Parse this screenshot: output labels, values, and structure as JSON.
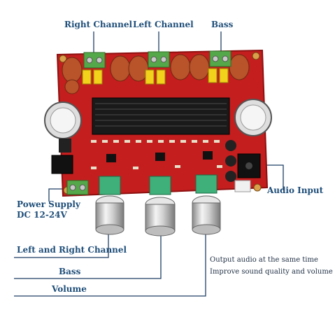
{
  "labels": {
    "right_channel": "Right Channel",
    "left_channel": "Left Channel",
    "bass_top": "Bass",
    "audio_input": "Audio Input",
    "power_supply_line1": "Power Supply",
    "power_supply_line2": "DC 12-24V",
    "left_and_right_channel": "Left and Right Channel",
    "bass_bottom": "Bass",
    "volume": "Volume",
    "output_line1": "Output audio at the  same  time",
    "output_line2": "Improve sound quality and volume"
  },
  "colors": {
    "pcb": "#c41e1e",
    "pcb_dark": "#8e1010",
    "heatsink": "#1a1a1a",
    "terminal": "#55a84a",
    "capacitor_yellow": "#f2d21a",
    "label_text": "#1f4e79",
    "callout_line": "#1f3f66"
  },
  "icons": {
    "terminal_block": "green-screw-terminal-icon",
    "knob": "silver-knob-icon",
    "audio_jack": "audio-jack-icon",
    "electrolytic_capacitor": "capacitor-icon",
    "heatsink": "heatsink-icon"
  }
}
